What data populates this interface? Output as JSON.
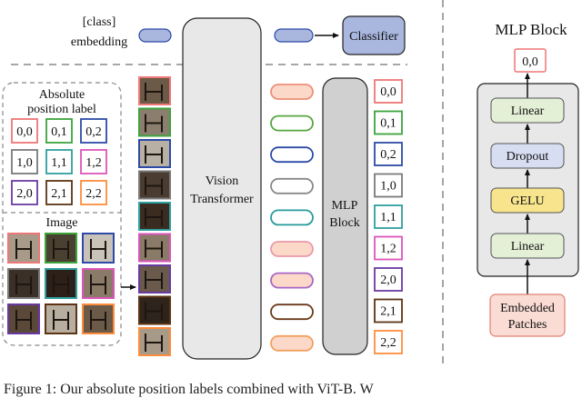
{
  "class_embedding_label": [
    "[class]",
    "embedding"
  ],
  "classifier_label": "Classifier",
  "vision_transformer_label": [
    "Vision",
    "Transformer"
  ],
  "mlp_label": [
    "MLP",
    "Block"
  ],
  "abs_pos_title": [
    "Absolute",
    "position label"
  ],
  "image_title": "Image",
  "grid_labels": [
    "0,0",
    "0,1",
    "0,2",
    "1,0",
    "1,1",
    "1,2",
    "2,0",
    "2,1",
    "2,2"
  ],
  "output_labels": [
    "0,0",
    "0,1",
    "0,2",
    "1,0",
    "1,1",
    "1,2",
    "2,0",
    "2,1",
    "2,2"
  ],
  "mlp_block": {
    "title": "MLP Block",
    "output": "0,0",
    "layers": [
      "Linear",
      "Dropout",
      "GELU",
      "Linear"
    ],
    "input": [
      "Embedded",
      "Patches"
    ]
  },
  "caption": "Figure 1:  Our absolute position labels combined with ViT-B. W",
  "colors": {
    "grid_borders": [
      "#ee7777",
      "#3da33d",
      "#2c4aa6",
      "#7a7a7a",
      "#2f9f9f",
      "#dd55bb",
      "#6a3aa3",
      "#5c3414",
      "#ff8c3c"
    ],
    "token_fills": [
      "#fcd8c8",
      "#ffffff",
      "#ffffff",
      "#ffffff",
      "#ffffff",
      "#fcd8c8",
      "#fcd8c8",
      "#ffffff",
      "#fcd8c8"
    ],
    "token_strokes": [
      "#ec8f77",
      "#58a640",
      "#2c4aa6",
      "#888888",
      "#279a9a",
      "#e99aa8",
      "#a866c8",
      "#6b3a1a",
      "#f2a060"
    ],
    "tile_colors": [
      "#a89a88",
      "#4a4032",
      "#c8c2b8",
      "#3a3028",
      "#2c2018",
      "#8a7a68",
      "#5a4838",
      "#b8aea0",
      "#6c5a48"
    ],
    "patch_strip_colors": [
      "#6c5a48",
      "#8c7e6e",
      "#b8b0a4",
      "#4a3c30",
      "#3a2c20",
      "#8a7a68",
      "#6a5a4c",
      "#2e241c",
      "#a89a88"
    ],
    "classifier_fill": "#a9b6de",
    "linear_fill": "#e4f0d6",
    "dropout_fill": "#d8def2",
    "gelu_fill": "#f7e48c",
    "input_fill": "#fadcd4",
    "transformer_fill": "#e8e8e8",
    "mlp_fill": "#d0d0d0",
    "block_bg": "#e8e8e8"
  }
}
